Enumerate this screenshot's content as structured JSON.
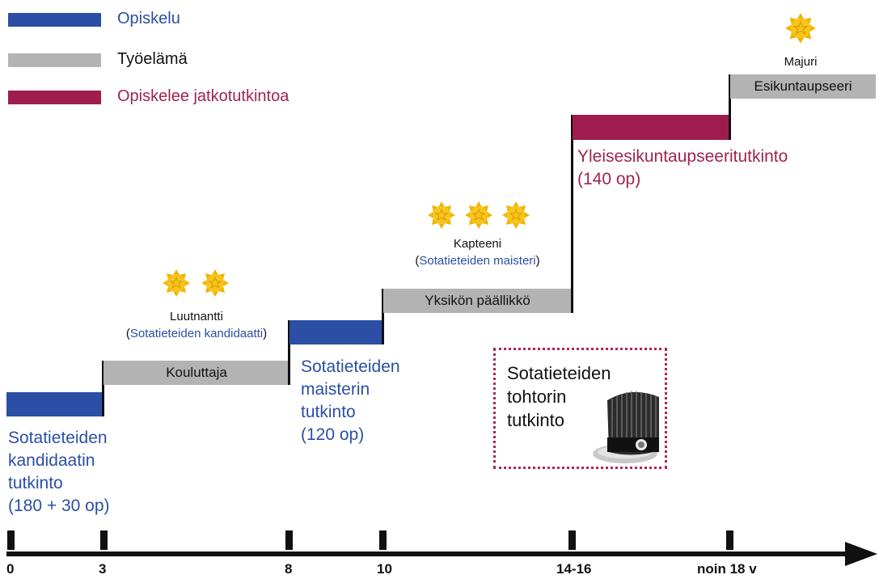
{
  "legend": [
    {
      "label": "Opiskelu",
      "color": "#2a4fa5",
      "text_color": "#2a4fa5"
    },
    {
      "label": "Työelämä",
      "color": "#b3b3b3",
      "text_color": "#111111"
    },
    {
      "label": "Opiskelee jatkotutkintoa",
      "color": "#9e1c4e",
      "text_color": "#a0244f"
    }
  ],
  "bars": {
    "kouluttaja": "Kouluttaja",
    "yksikon_paallikko": "Yksikön päällikkö",
    "esikuntaupseeri": "Esikuntaupseeri"
  },
  "degrees": {
    "kandidaatti": [
      "Sotatieteiden",
      "kandidaatin",
      "tutkinto",
      "(180 + 30 op)"
    ],
    "maisteri": [
      "Sotatieteiden",
      "maisterin",
      "tutkinto",
      "(120 op)"
    ],
    "yleisesikunta": [
      "Yleisesikuntaupseeritutkinto",
      "(140 op)"
    ]
  },
  "ranks": {
    "luutnantti": {
      "title": "Luutnantti",
      "degree": "Sotatieteiden kandidaatti",
      "open": "(",
      "close": ")",
      "stars": 2
    },
    "kapteeni": {
      "title": "Kapteeni",
      "degree": "Sotatieteiden maisteri",
      "open": "(",
      "close": ")",
      "stars": 3
    },
    "majuri": {
      "title": "Majuri",
      "stars": 1
    }
  },
  "doctorate": {
    "lines": [
      "Sotatieteiden",
      "tohtorin",
      "tutkinto"
    ],
    "icon": "doctoral-hat-icon"
  },
  "axis": {
    "ticks": [
      "0",
      "3",
      "8",
      "10",
      "14-16",
      "noin 18 v"
    ]
  },
  "colors": {
    "study": "#2a4fa5",
    "work": "#b3b3b3",
    "postgrad": "#9e1c4e",
    "star": "#f2b400"
  }
}
